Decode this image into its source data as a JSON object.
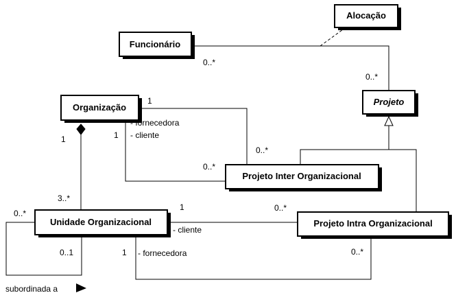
{
  "classes": {
    "alocacao": "Alocação",
    "funcionario": "Funcionário",
    "projeto": "Projeto",
    "organizacao": "Organização",
    "projeto_inter": "Projeto Inter Organizacional",
    "unidade": "Unidade Organizacional",
    "projeto_intra": "Projeto Intra Organizacional"
  },
  "multiplicities": {
    "func_alocacao": "0..*",
    "projeto_alocacao": "0..*",
    "org_inter_top": "1",
    "org_inter_left": "1",
    "inter_top": "0..*",
    "inter_left": "0..*",
    "org_composition": "1",
    "unidade_composition": "3..*",
    "unidade_self_top": "0..*",
    "unidade_self_bottom": "0..1",
    "unidade_intra_cliente": "1",
    "intra_cliente": "0..*",
    "unidade_intra_fornecedora": "1",
    "intra_fornecedora": "0..*"
  },
  "roles": {
    "org_fornecedora": "- fornecedora",
    "org_cliente": "- cliente",
    "unidade_cliente": "- cliente",
    "unidade_fornecedora": "- fornecedora"
  },
  "self_association": "subordinada a"
}
